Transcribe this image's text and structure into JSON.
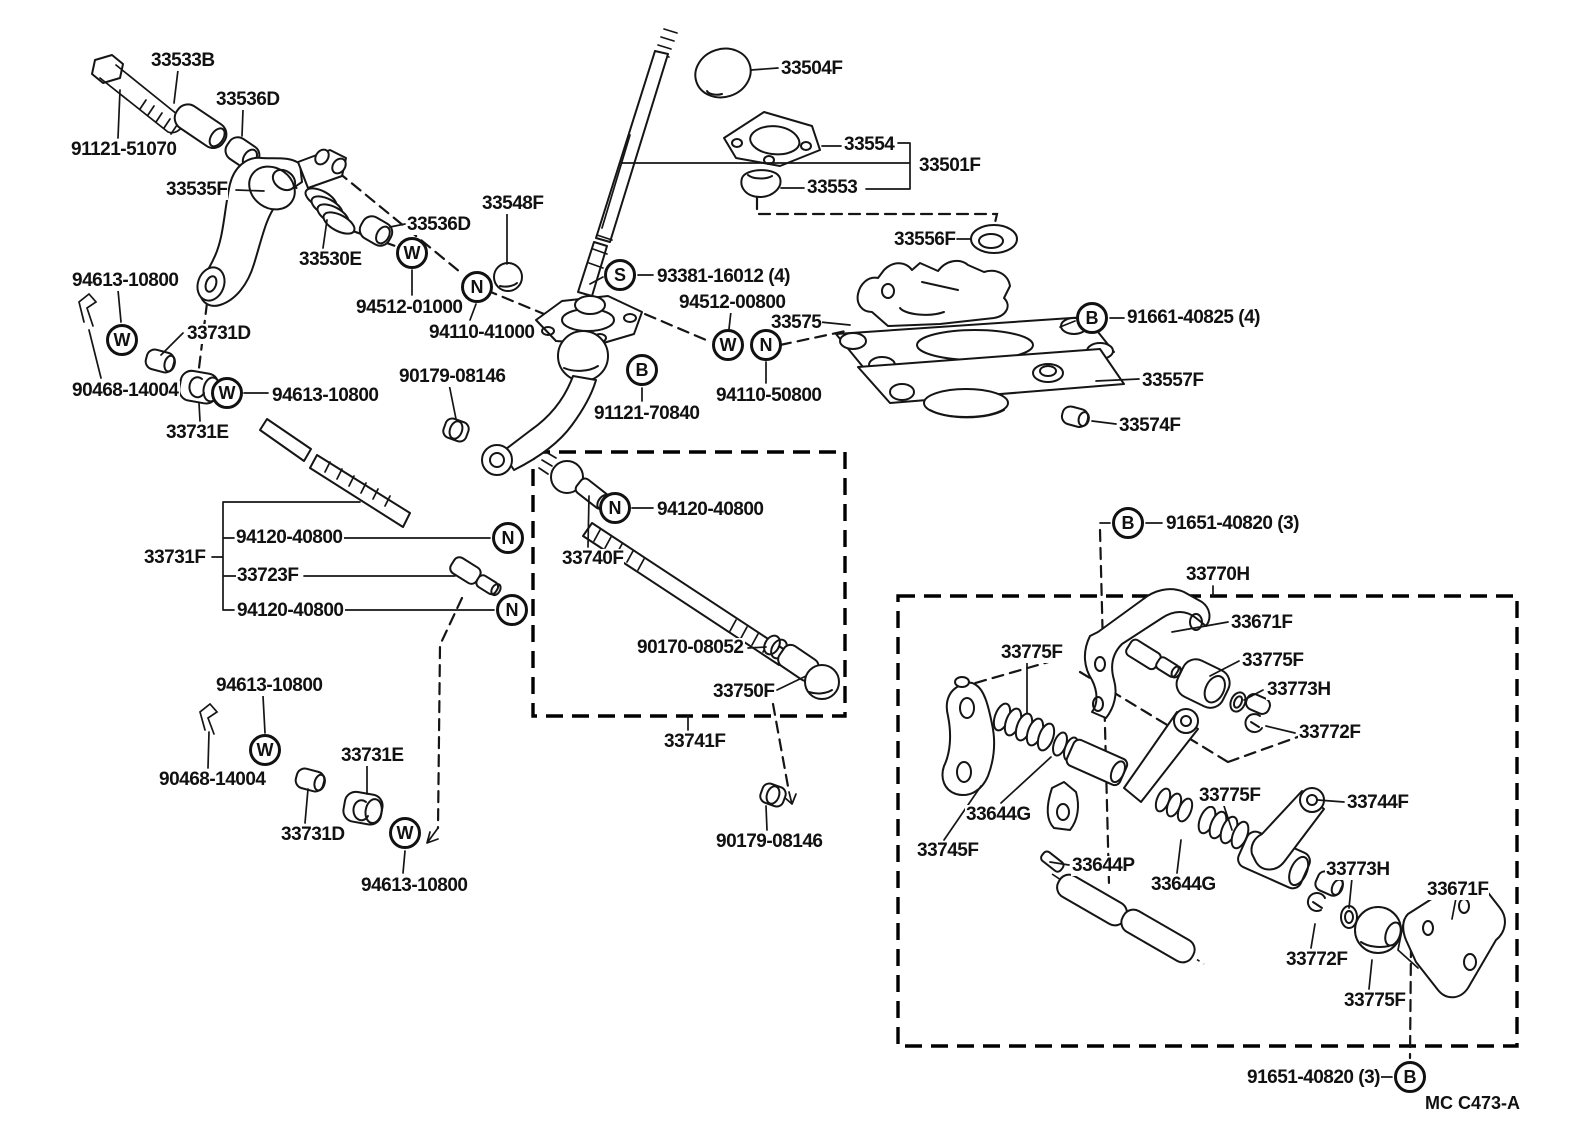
{
  "drawing_code": "MC  C473-A",
  "colors": {
    "ink": "#111111",
    "paper": "#ffffff"
  },
  "labels": [
    {
      "text": "33533B"
    },
    {
      "text": "33536D"
    },
    {
      "text": "91121-51070"
    },
    {
      "text": "33535F"
    },
    {
      "text": "33530E"
    },
    {
      "text": "33536D"
    },
    {
      "text": "33548F"
    },
    {
      "text": "33504F"
    },
    {
      "text": "33554"
    },
    {
      "text": "33501F"
    },
    {
      "text": "33553"
    },
    {
      "text": "33556F"
    },
    {
      "text": "93381-16012 (4)"
    },
    {
      "text": "94512-00800"
    },
    {
      "text": "33575"
    },
    {
      "text": "91661-40825 (4)"
    },
    {
      "text": "94613-10800"
    },
    {
      "text": "33731D"
    },
    {
      "text": "94512-01000"
    },
    {
      "text": "94110-41000"
    },
    {
      "text": "90468-14004"
    },
    {
      "text": "94613-10800"
    },
    {
      "text": "33731E"
    },
    {
      "text": "90179-08146"
    },
    {
      "text": "91121-70840"
    },
    {
      "text": "94110-50800"
    },
    {
      "text": "33557F"
    },
    {
      "text": "33574F"
    },
    {
      "text": "94120-40800"
    },
    {
      "text": "33740F"
    },
    {
      "text": "90170-08052"
    },
    {
      "text": "33750F"
    },
    {
      "text": "33741F"
    },
    {
      "text": "33731F"
    },
    {
      "text": "94120-40800"
    },
    {
      "text": "33723F"
    },
    {
      "text": "94120-40800"
    },
    {
      "text": "94613-10800"
    },
    {
      "text": "90468-14004"
    },
    {
      "text": "33731D"
    },
    {
      "text": "33731E"
    },
    {
      "text": "94613-10800"
    },
    {
      "text": "90179-08146"
    },
    {
      "text": "91651-40820 (3)"
    },
    {
      "text": "33770H"
    },
    {
      "text": "33671F"
    },
    {
      "text": "33775F"
    },
    {
      "text": "33775F"
    },
    {
      "text": "33773H"
    },
    {
      "text": "33772F"
    },
    {
      "text": "33644G"
    },
    {
      "text": "33745F"
    },
    {
      "text": "33775F"
    },
    {
      "text": "33744F"
    },
    {
      "text": "33644P"
    },
    {
      "text": "33644G"
    },
    {
      "text": "33773H"
    },
    {
      "text": "33671F"
    },
    {
      "text": "33772F"
    },
    {
      "text": "33775F"
    },
    {
      "text": "91651-40820 (3)"
    }
  ],
  "symbols": [
    {
      "letter": "W"
    },
    {
      "letter": "N"
    },
    {
      "letter": "S"
    },
    {
      "letter": "W"
    },
    {
      "letter": "N"
    },
    {
      "letter": "B"
    },
    {
      "letter": "B"
    },
    {
      "letter": "W"
    },
    {
      "letter": "W"
    },
    {
      "letter": "N"
    },
    {
      "letter": "N"
    },
    {
      "letter": "N"
    },
    {
      "letter": "W"
    },
    {
      "letter": "W"
    },
    {
      "letter": "B"
    },
    {
      "letter": "B"
    }
  ]
}
